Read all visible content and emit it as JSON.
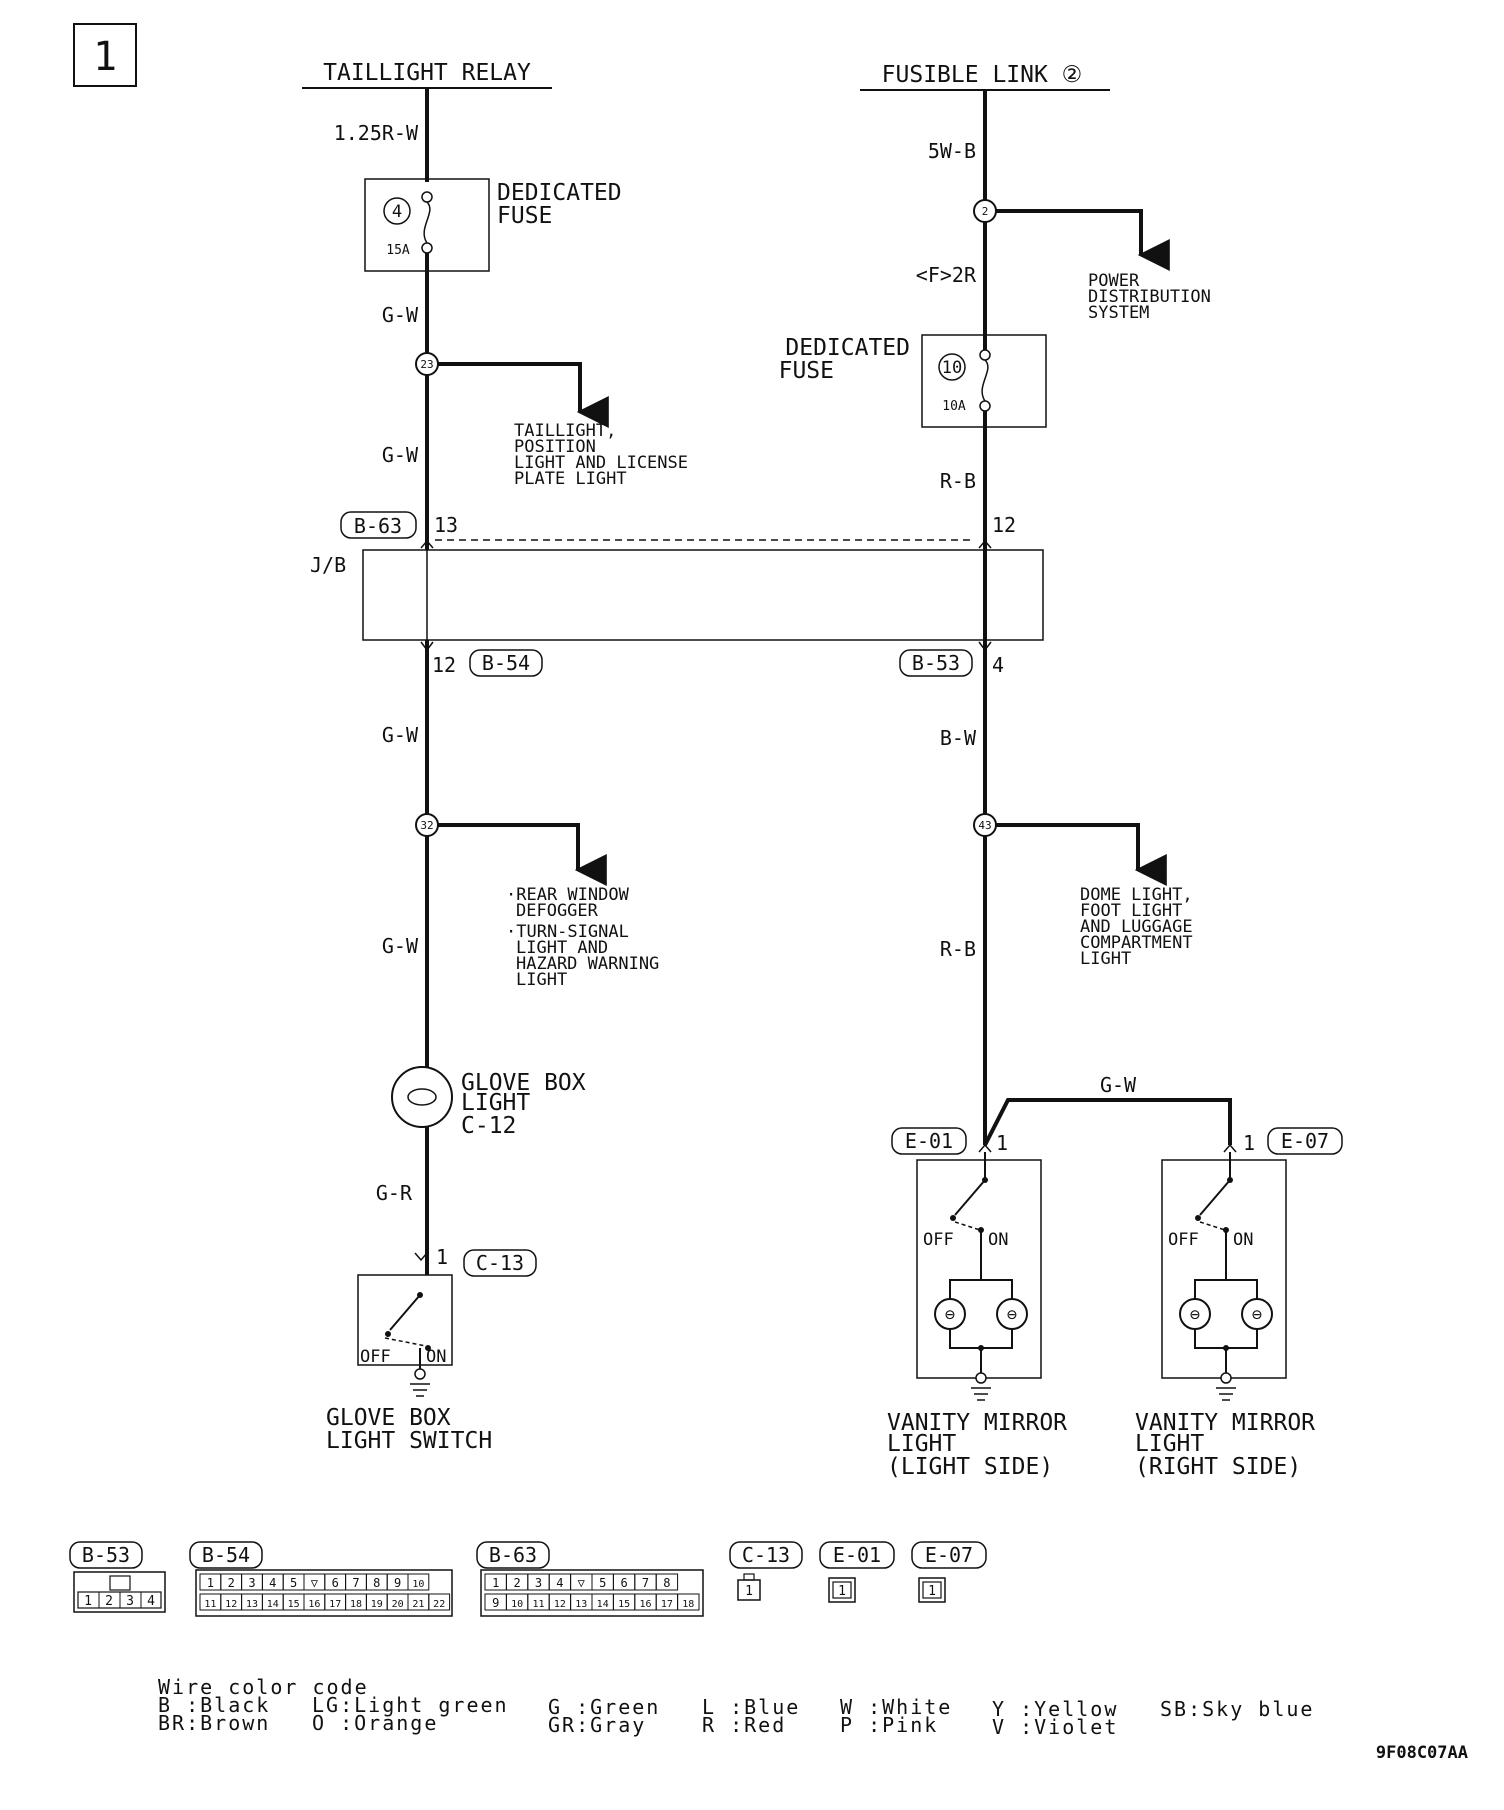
{
  "page_number": "1",
  "sources": {
    "left": "TAILLIGHT RELAY",
    "right": "FUSIBLE LINK ②"
  },
  "wires": {
    "relay_out": "1.25R-W",
    "fusible_out": "5W-B",
    "fuse4_out": "G-W",
    "j23_out": "G-W",
    "f_2r": "<F>2R",
    "fuse10_out": "R-B",
    "b54_out": "G-W",
    "j32_out": "G-W",
    "glove_light_out": "G-R",
    "b53_out": "B-W",
    "j43_out": "R-B",
    "mirror_link": "G-W"
  },
  "fuses": {
    "fuse4": {
      "label_line1": "DEDICATED",
      "label_line2": "FUSE",
      "number": "4",
      "rating": "15A"
    },
    "fuse10": {
      "label_line1": "DEDICATED",
      "label_line2": "FUSE",
      "number": "10",
      "rating": "10A"
    }
  },
  "junctions": {
    "j2": "2",
    "j23": "23",
    "j32": "32",
    "j43": "43"
  },
  "branches": {
    "power_dist": [
      "POWER",
      "DISTRIBUTION",
      "SYSTEM"
    ],
    "taillight": [
      "TAILLIGHT,",
      "POSITION",
      "LIGHT AND LICENSE",
      "PLATE LIGHT"
    ],
    "rear_window": [
      "·REAR WINDOW",
      "DEFOGGER",
      "·TURN-SIGNAL",
      "LIGHT AND",
      "HAZARD WARNING",
      "LIGHT"
    ],
    "dome": [
      "DOME LIGHT,",
      "FOOT LIGHT",
      "AND LUGGAGE",
      "COMPARTMENT",
      "LIGHT"
    ]
  },
  "jb": {
    "label": "J/B",
    "b63": "B-63",
    "b63_pin": "13",
    "right_top_pin": "12",
    "left_bottom_pin": "12",
    "b54": "B-54",
    "b53": "B-53",
    "right_bottom_pin": "4"
  },
  "glove": {
    "light_line1": "GLOVE BOX",
    "light_line2": "LIGHT",
    "light_code": "C-12",
    "switch_pin": "1",
    "switch_conn": "C-13",
    "off": "OFF",
    "on": "ON",
    "switch_line1": "GLOVE BOX",
    "switch_line2": "LIGHT SWITCH"
  },
  "mirrors": {
    "left_conn": "E-01",
    "left_pin": "1",
    "right_conn": "E-07",
    "right_pin": "1",
    "off": "OFF",
    "on": "ON",
    "left_line1": "VANITY MIRROR",
    "left_line2": "LIGHT",
    "left_line3": "(LIGHT SIDE)",
    "right_line1": "VANITY MIRROR",
    "right_line2": "LIGHT",
    "right_line3": "(RIGHT SIDE)"
  },
  "connectors": {
    "b53": {
      "name": "B-53",
      "pins": [
        "1",
        "2",
        "3",
        "4"
      ]
    },
    "b54": {
      "name": "B-54",
      "row1": [
        "1",
        "2",
        "3",
        "4",
        "5",
        "",
        "6",
        "7",
        "8",
        "9",
        "10"
      ],
      "row2": [
        "11",
        "12",
        "13",
        "14",
        "15",
        "16",
        "17",
        "18",
        "19",
        "20",
        "21",
        "22"
      ]
    },
    "b63": {
      "name": "B-63",
      "row1": [
        "1",
        "2",
        "3",
        "4",
        "",
        "5",
        "6",
        "7",
        "8"
      ],
      "row2": [
        "9",
        "10",
        "11",
        "12",
        "13",
        "14",
        "15",
        "16",
        "17",
        "18"
      ]
    },
    "c13": {
      "name": "C-13",
      "pin": "1"
    },
    "e01": {
      "name": "E-01",
      "pin": "1"
    },
    "e07": {
      "name": "E-07",
      "pin": "1"
    }
  },
  "color_code": {
    "title": "Wire color code",
    "entries": [
      "B :Black",
      "BR:Brown",
      "LG:Light green",
      "O :Orange",
      "G :Green",
      "GR:Gray",
      "L :Blue",
      "R :Red",
      "W :White",
      "P :Pink",
      "Y :Yellow",
      "V :Violet",
      "SB:Sky blue"
    ]
  },
  "figure_code": "9F08C07AA"
}
